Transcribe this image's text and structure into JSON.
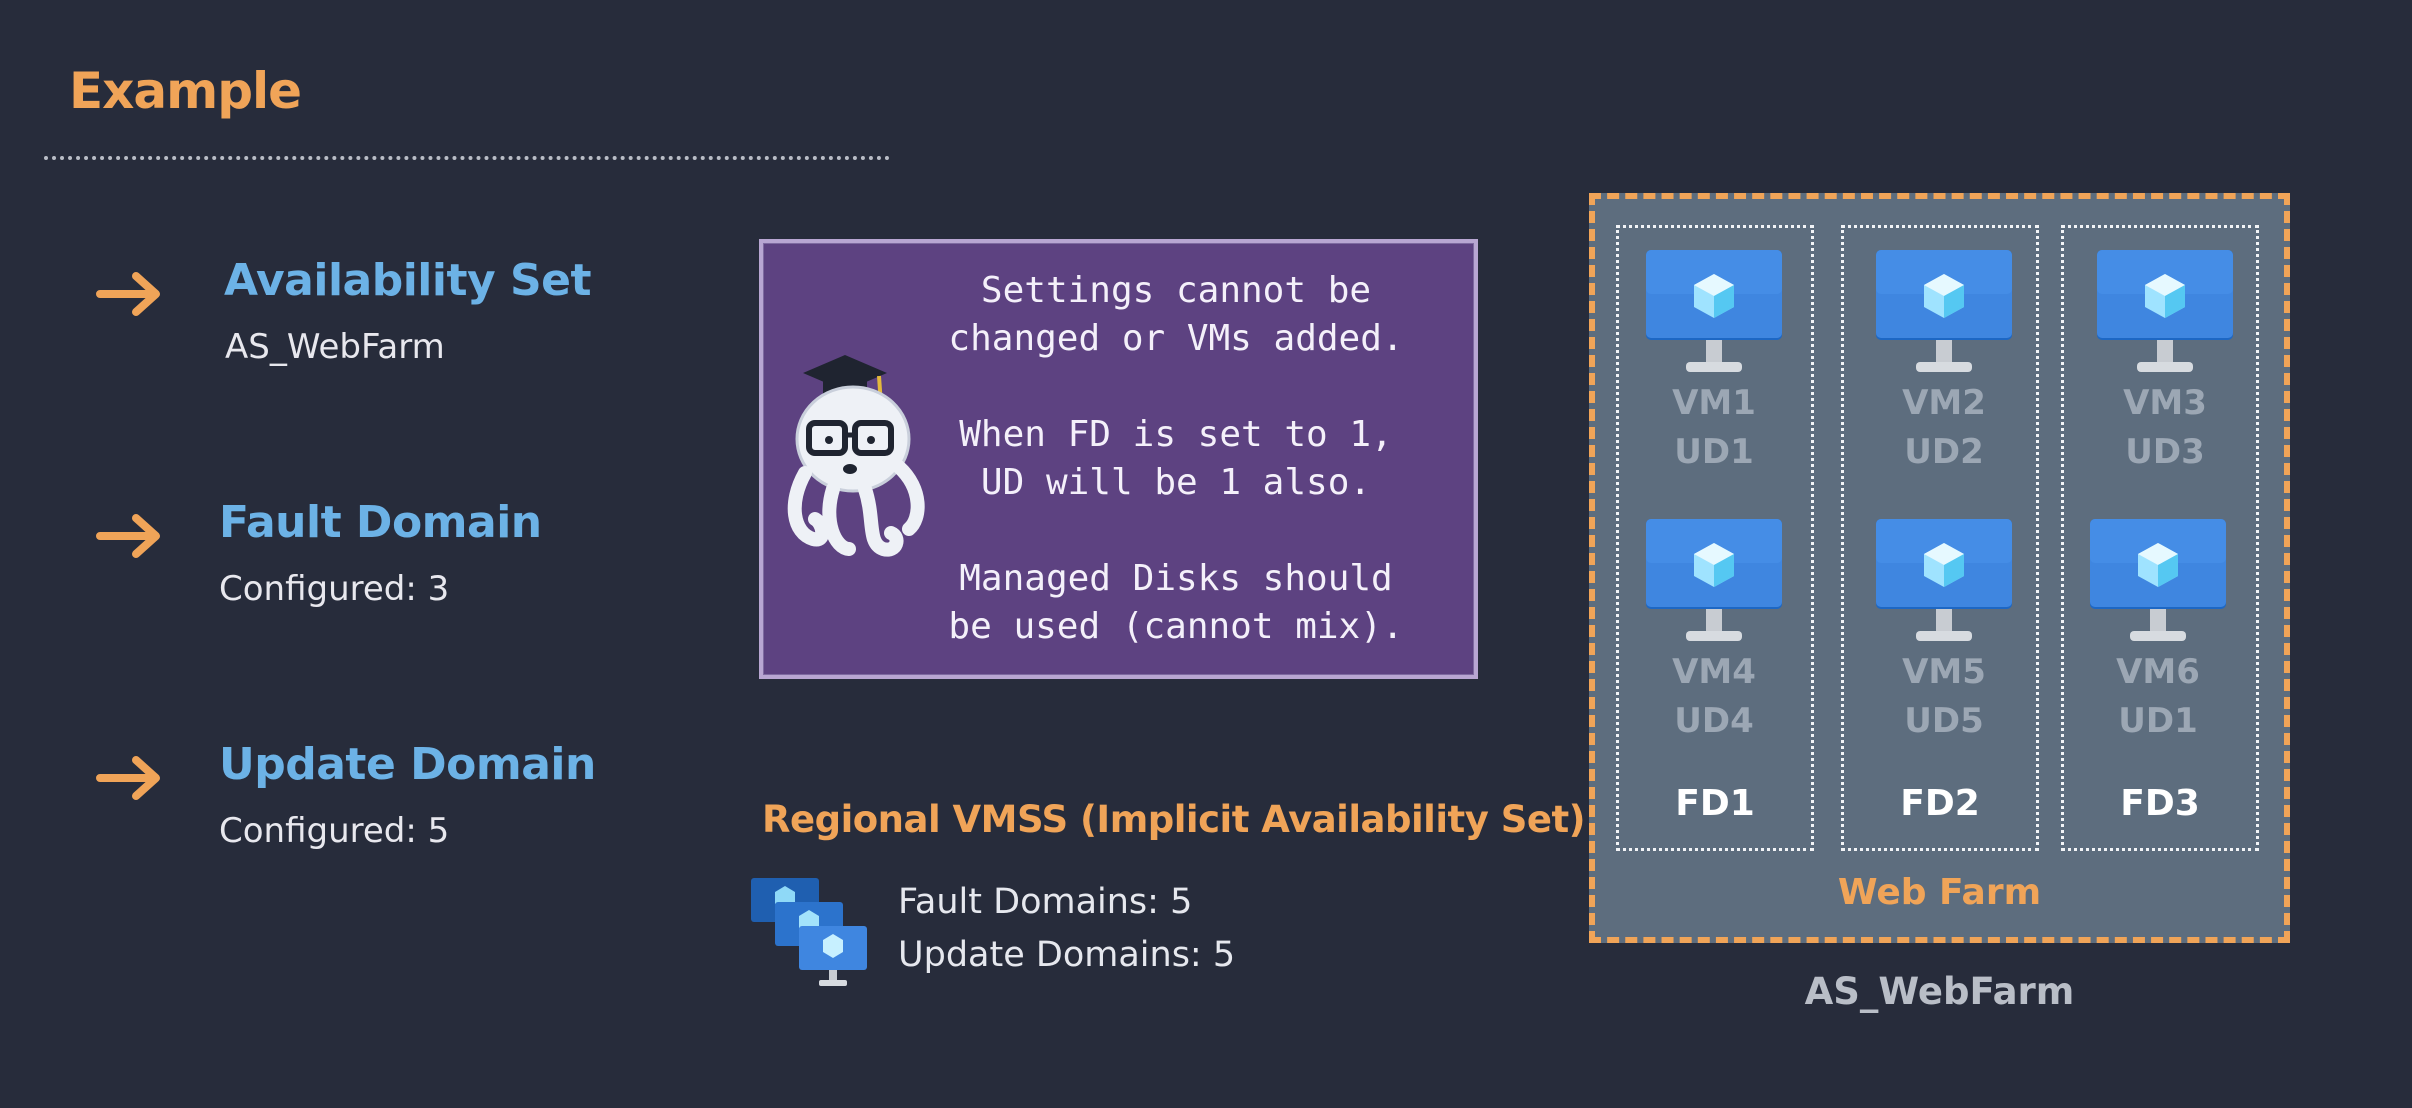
{
  "header": {
    "title": "Example"
  },
  "items": [
    {
      "title": "Availability Set",
      "subtitle": "AS_WebFarm",
      "icon": "arrow-right-icon"
    },
    {
      "title": "Fault Domain",
      "subtitle": "Configured: 3",
      "icon": "arrow-right-icon"
    },
    {
      "title": "Update Domain",
      "subtitle": "Configured: 5",
      "icon": "arrow-right-icon"
    }
  ],
  "note": {
    "text": "Settings cannot be\nchanged or VMs added.\n\nWhen FD is set to 1,\nUD will be 1 also.\n\nManaged Disks should\nbe used (cannot mix).",
    "icon": "octopus-mascot-icon"
  },
  "vmss": {
    "title": "Regional VMSS (Implicit Availability Set)",
    "fault_domains": "Fault Domains: 5",
    "update_domains": "Update Domains: 5",
    "icon": "vm-scale-set-icon"
  },
  "farm": {
    "label": "Web Farm",
    "caption": "AS_WebFarm",
    "columns": [
      {
        "fd": "FD1",
        "vms": [
          {
            "name": "VM1",
            "ud": "UD1"
          },
          {
            "name": "VM4",
            "ud": "UD4"
          }
        ]
      },
      {
        "fd": "FD2",
        "vms": [
          {
            "name": "VM2",
            "ud": "UD2"
          },
          {
            "name": "VM5",
            "ud": "UD5"
          }
        ]
      },
      {
        "fd": "FD3",
        "vms": [
          {
            "name": "VM3",
            "ud": "UD3"
          },
          {
            "name": "VM6",
            "ud": "UD1"
          }
        ]
      }
    ]
  },
  "colors": {
    "accent": "#f0a458",
    "heading": "#6cb2e6",
    "note_bg": "#5d4281",
    "farm_bg": "#5d6d7e",
    "background": "#272c3b"
  }
}
